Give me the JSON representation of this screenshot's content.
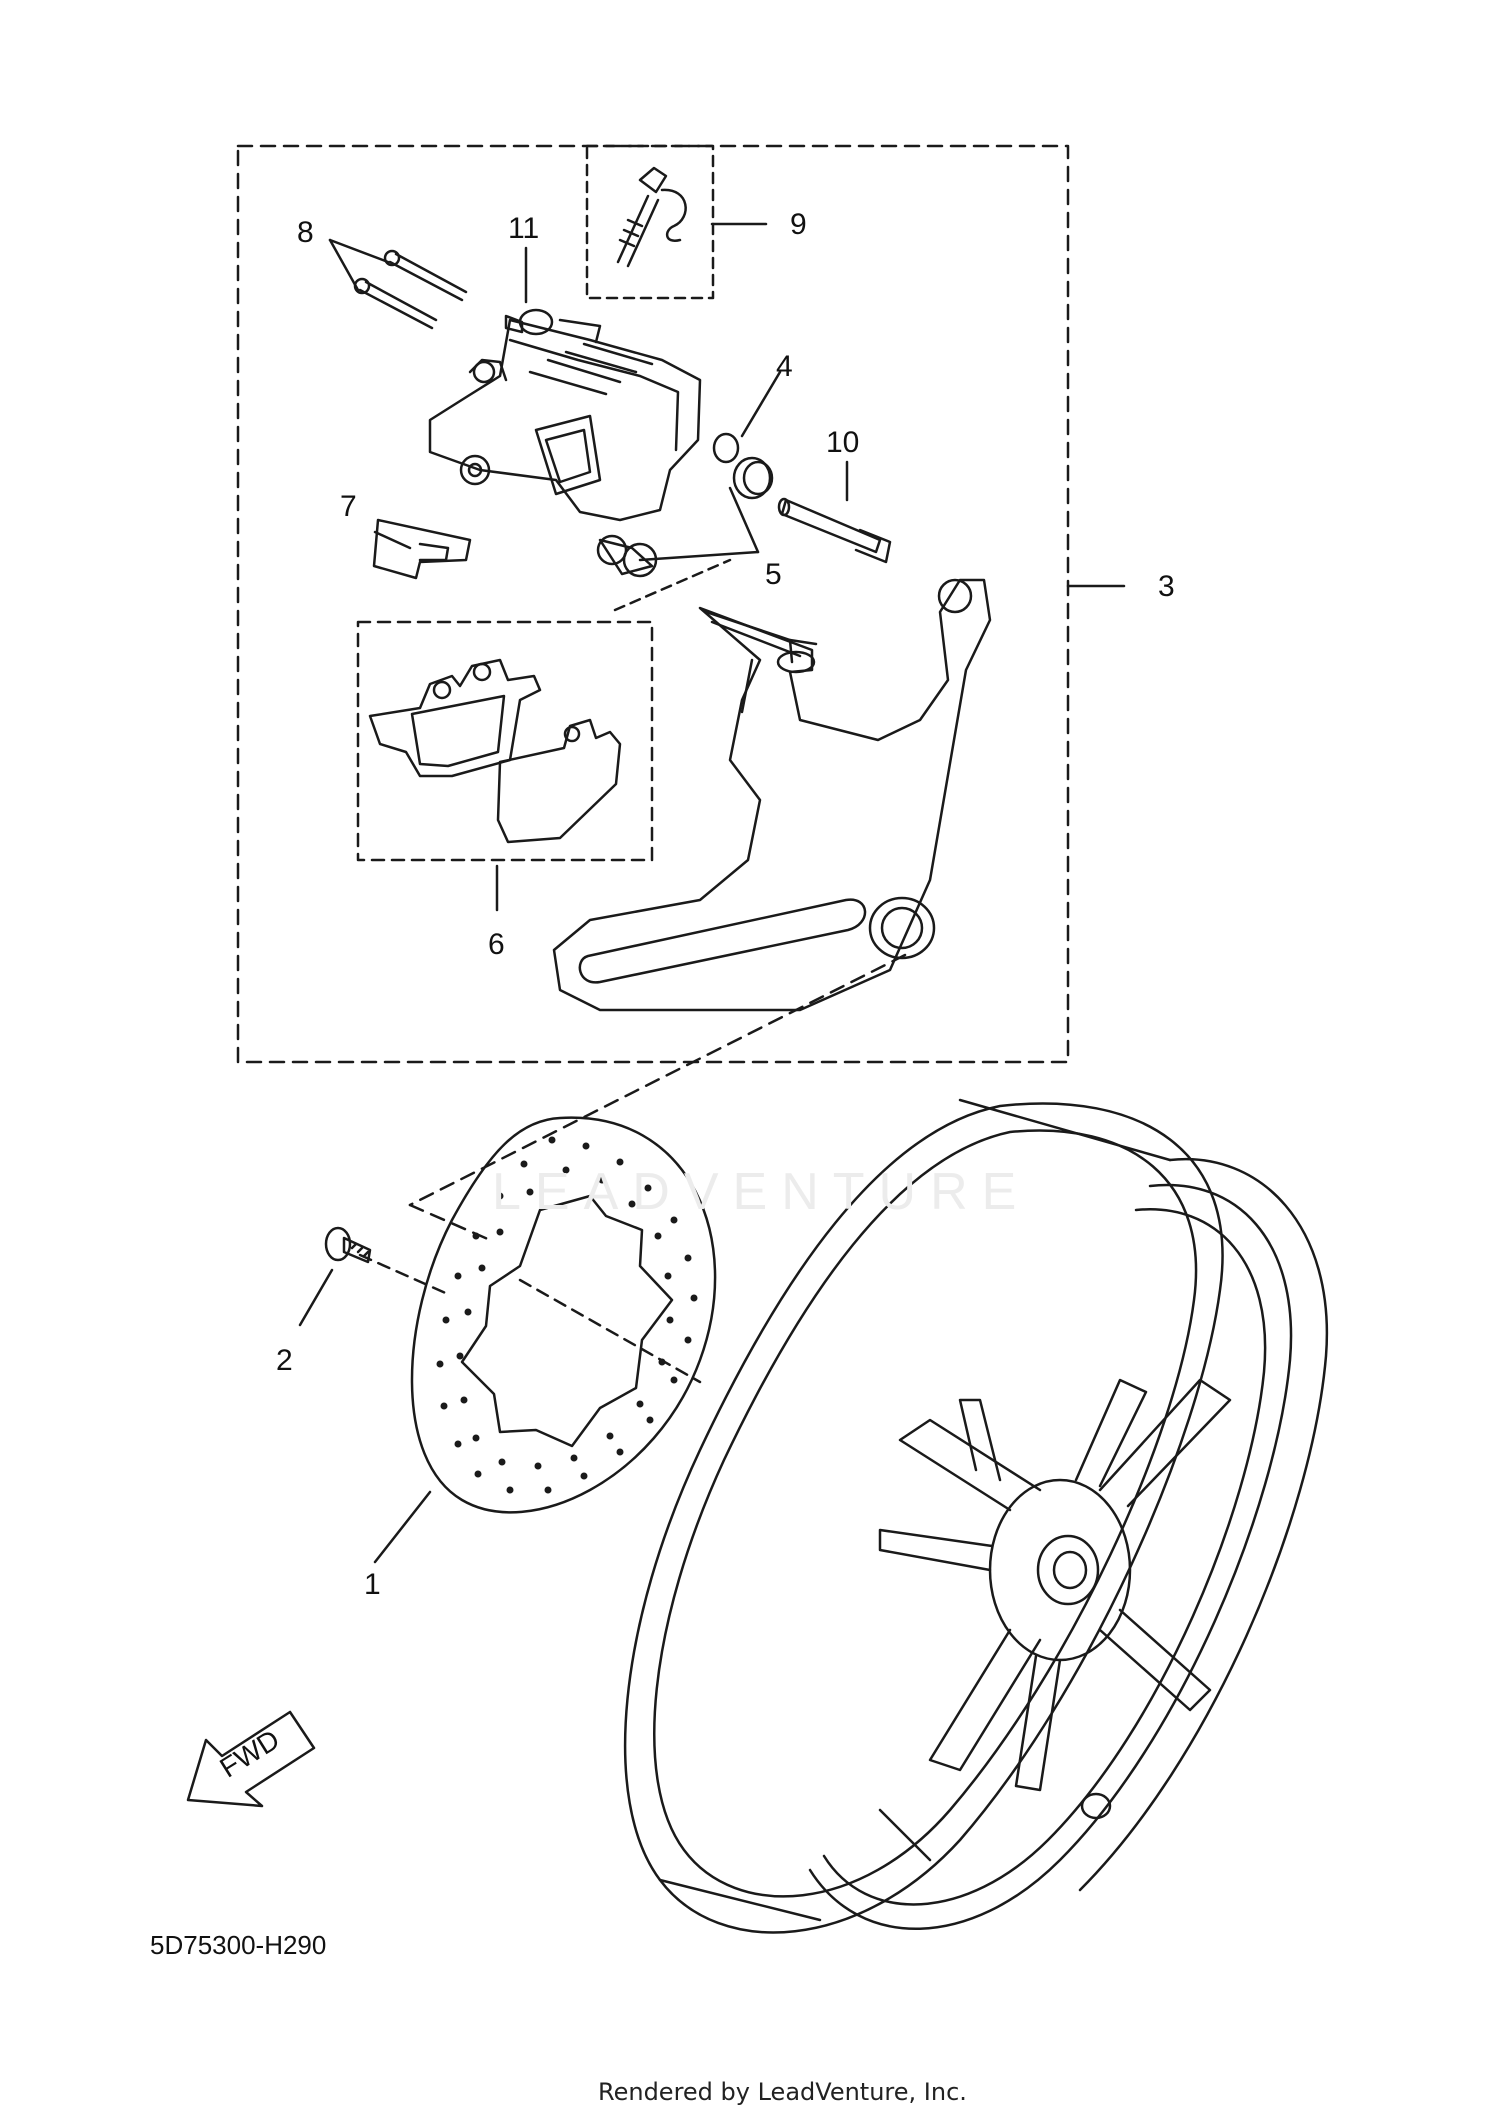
{
  "callouts": [
    {
      "id": "1",
      "text": "1"
    },
    {
      "id": "2",
      "text": "2"
    },
    {
      "id": "3",
      "text": "3"
    },
    {
      "id": "4",
      "text": "4"
    },
    {
      "id": "5",
      "text": "5"
    },
    {
      "id": "6",
      "text": "6"
    },
    {
      "id": "7",
      "text": "7"
    },
    {
      "id": "8",
      "text": "8"
    },
    {
      "id": "9",
      "text": "9"
    },
    {
      "id": "10",
      "text": "10"
    },
    {
      "id": "11",
      "text": "11"
    }
  ],
  "fwd_label": "FWD",
  "diagram_code": "5D75300-H290",
  "credit": "Rendered by LeadVenture, Inc.",
  "watermark": "LEADVENTURE",
  "colors": {
    "line": "#1a1a1a",
    "background": "#ffffff",
    "watermark": "#ececec"
  }
}
